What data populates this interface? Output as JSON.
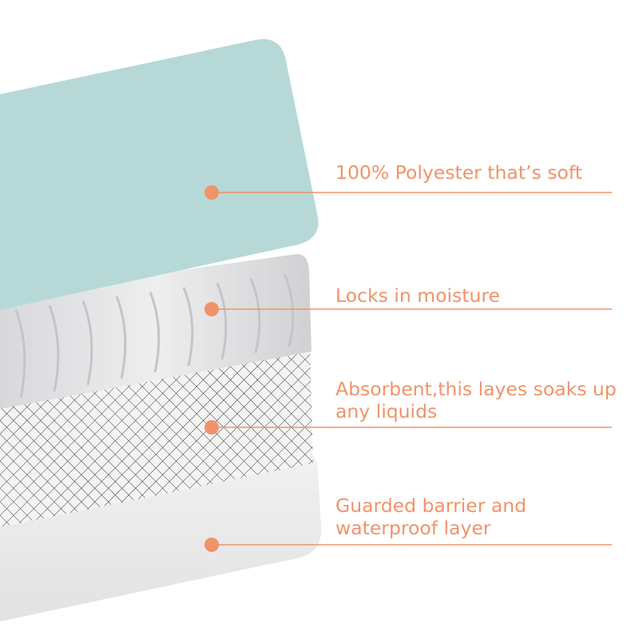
{
  "colors": {
    "accent": "#f0936a",
    "top_layer": "#b6d9d7",
    "quilted_layer": "#e6e7e9",
    "mesh_layer": "#f2f2f2",
    "mesh_lines": "#3a3a3a",
    "bottom_layer": "#ececec"
  },
  "layers": [
    {
      "id": "polyester-top",
      "label": "100% Polyester that’s soft"
    },
    {
      "id": "moisture-lock",
      "label": "Locks in moisture"
    },
    {
      "id": "absorbent-core",
      "label": "Absorbent,this layes soaks up\nany liquids"
    },
    {
      "id": "waterproof-barrier",
      "label": "Guarded barrier and\nwaterproof layer"
    }
  ]
}
